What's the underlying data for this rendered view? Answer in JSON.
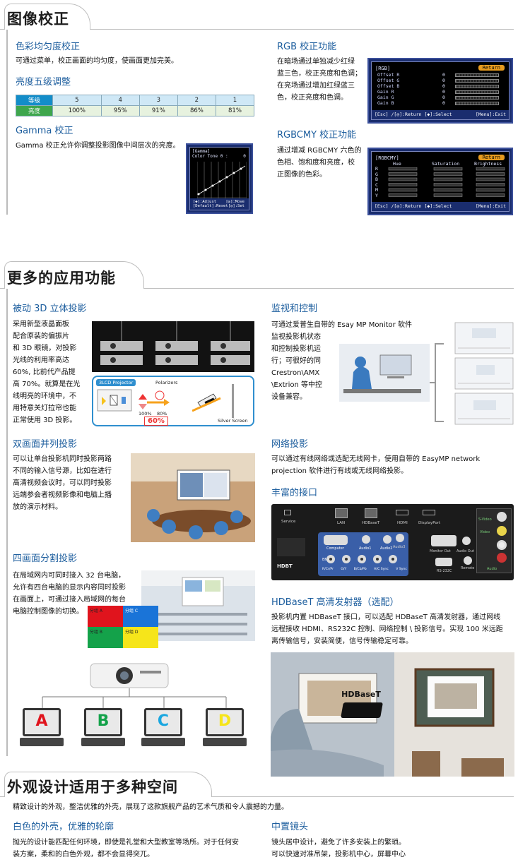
{
  "s1": {
    "title": "图像校正",
    "uniformity_h": "色彩均匀度校正",
    "uniformity_p": "可通过菜单，校正画面的均匀度，使画面更加完美。",
    "brightness_h": "亮度五级调整",
    "table": {
      "row_labels": [
        "等级",
        "亮度"
      ],
      "levels": [
        "5",
        "4",
        "3",
        "2",
        "1"
      ],
      "values": [
        "100%",
        "95%",
        "91%",
        "86%",
        "81%"
      ]
    },
    "gamma_h": "Gamma 校正",
    "gamma_p": "Gamma 校正允许你调整投影图像中间层次的亮度。",
    "gamma_osd": {
      "title": "[Gamma]",
      "tone": "Color Tone 0 :      0",
      "foot_l1": "[◆]:Adjust",
      "foot_r1": "[◎]:Move",
      "foot_l2": "[Default]:Reset",
      "foot_r2": "[◎]:Set"
    },
    "rgb_h": "RGB 校正功能",
    "rgb_p": [
      "在暗场通过单独减少红绿",
      "蓝三色，校正亮度和色调；",
      "在亮场通过增加红绿蓝三",
      "色，校正亮度和色调。"
    ],
    "rgb_osd": {
      "title": "[RGB]",
      "return": "Return",
      "rows": [
        "Offset R",
        "Offset G",
        "Offset B",
        "Gain R",
        "Gain G",
        "Gain B"
      ],
      "value": "0",
      "foot_l": "[Esc] /[◎]:Return  [◆]:Select",
      "foot_r": "[Menu]:Exit"
    },
    "rgbcmy_h": "RGBCMY 校正功能",
    "rgbcmy_p": [
      "通过增减 RGBCMY 六色的",
      "色相、饱和度和亮度，校",
      "正图像的色彩。"
    ],
    "rgbcmy_osd": {
      "title": "[RGBCMY]",
      "return": "Return",
      "cols": [
        "Hue",
        "Saturation",
        "Brightness"
      ],
      "rows": [
        "R",
        "G",
        "B",
        "C",
        "M",
        "Y"
      ],
      "foot_l": "[Esc] /[◎]:Return  [◆]:Select",
      "foot_r": "[Menu]:Exit"
    }
  },
  "s2": {
    "title": "更多的应用功能",
    "h3d": "被动 3D 立体投影",
    "p3d": [
      "采用新型液晶面板",
      "配合原装的偏振片",
      "和 3D 眼镜，对投影",
      "光线的利用率高达",
      "60%, 比前代产品提",
      "高 70%。就算是在光",
      "线明亮的环境中，不",
      "用特意关灯拉帘也能",
      "正常使用 3D 投影。"
    ],
    "diagram": {
      "projector": "3LCD Projector",
      "polarizers": "Polarizers",
      "p100": "100%",
      "p80": "80%",
      "p60": "60%",
      "screen": "Silver Screen"
    },
    "monitor_h": "监视和控制",
    "monitor_p": [
      "可通过爱普生自带的 Esay MP Monitor 软件",
      "监视投影机状态",
      "和控制投影机运",
      "行；可很好的同",
      "Crestron\\AMX",
      "\\Extrion 等中控",
      "设备兼容。"
    ],
    "dual_h": "双画面并列投影",
    "dual_p": [
      "可以让单台投影机同时投影两路",
      "不同的输入信号源，比如在进行",
      "高清视频会议时，可以同时投影",
      "远端参会者视频影像和电脑上播",
      "放的演示材料。"
    ],
    "network_h": "网络投影",
    "network_p": [
      "可以通过有线网络或选配无线网卡，使用自带的 EasyMP network",
      "projection 软件进行有线或无线网络投影。"
    ],
    "ports_h": "丰富的接口",
    "ports": {
      "service": "Service",
      "lan": "LAN",
      "hdbaset": "HDBaseT",
      "hdmi": "HDMI",
      "displayport": "DisplayPort",
      "svideo": "S-Video",
      "video": "Video",
      "computer": "Computer",
      "audio1": "Audio1",
      "audio2": "Audio2",
      "audio3": "Audio3",
      "monitor_out": "Monitor Out",
      "audio_out": "Audio Out",
      "audio": "Audio",
      "remote": "Remote",
      "rs232c": "RS-232C",
      "bnc": [
        "R/Cr/Pr",
        "G/Y",
        "B/Cb/Pb",
        "H/C Sync",
        "V Sync"
      ],
      "bnc_label": "BNC",
      "hdbt": "HDBT"
    },
    "quad_h": "四画面分割投影",
    "quad_p": [
      "在局域网内可同时接入 32 台电脑，",
      "允许有四台电脑的显示内容同时投影",
      "在画面上，可通过接入局域网的每台",
      "电脑控制图像的切换。"
    ],
    "quad": [
      "分组 A",
      "分组 C",
      "分组 B",
      "分组 D"
    ],
    "laptops": [
      "A",
      "B",
      "C",
      "D"
    ],
    "hdb_h": "HDBaseT 高清发射器（选配）",
    "hdb_p": [
      "投影机内置 HDBaseT 接口，可以选配 HDBaseT 高清发射器，通过网线",
      "远程接收 HDMI、RS232C 控制、网络控制 \\ 投影信号。实现 100 米远距",
      "离传输信号，安装简便，信号传输稳定可靠。"
    ],
    "hdb_device": "HDBaseT"
  },
  "s3": {
    "title": "外观设计适用于多种空间",
    "intro": "精致设计的外观，整洁优雅的外壳，展现了这款旗舰产品的艺术气质和令人震撼的力量。",
    "white_h": "白色的外壳，优雅的轮廓",
    "white_p": [
      "抛光的设计能匹配任何环境，即使是礼堂和大型教室等场所。对于任何安",
      "装方案，柔和的白色外观，都不会显得突兀。"
    ],
    "lens_h": "中置镜头",
    "lens_p": [
      "镜头居中设计，避免了许多安装上的繁琐。",
      "可以快速对准吊架，投影机中心，屏幕中心"
    ]
  }
}
